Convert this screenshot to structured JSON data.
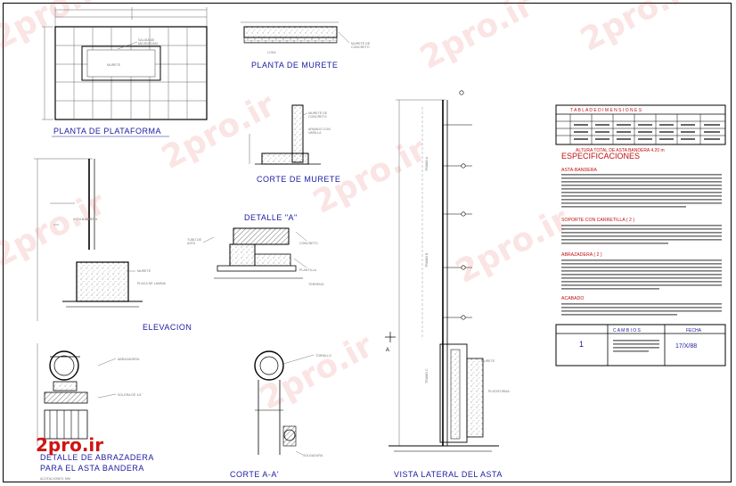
{
  "titles": {
    "planta_plataforma": "PLANTA DE PLATAFORMA",
    "planta_murete": "PLANTA DE MURETE",
    "corte_murete": "CORTE DE MURETE",
    "detalle_a": "DETALLE \"A\"",
    "elevacion": "ELEVACION",
    "detalle_abrazadera_1": "DETALLE DE ABRAZADERA",
    "detalle_abrazadera_2": "PARA EL ASTA BANDERA",
    "corte_aa": "CORTE A-A'",
    "vista_lateral": "VISTA LATERAL DEL ASTA"
  },
  "labels": {
    "murete": "MURETE",
    "asta_bandera": "ASTA BANDERA",
    "tramo_a": "TRAMO A",
    "tramo_b": "TRAMO B",
    "tramo_c": "TRAMO C",
    "marker_a": "A"
  },
  "table": {
    "title": "T A B L A   D E   D I M E N S I O N E S",
    "total": "ALTURA TOTAL DE ASTA BANDERA 4.20 m"
  },
  "specs": {
    "heading": "ESPECIFICACIONES",
    "s1": "ASTA-BANDERA",
    "s2": "SOPORTE CON CARRETILLA ( 2 )",
    "s3": "ABRAZADERA ( 2 )",
    "s4": "ACABADO"
  },
  "revisions": {
    "col_cambios": "C A M B I O S",
    "col_fecha": "FECHA",
    "num": "1",
    "fecha": "17/X/88"
  },
  "logo": "2pro.ir",
  "watermark": "2pro.ir",
  "colors": {
    "title": "#1a1aa0",
    "red_heading": "#c01010",
    "logo": "#d01414",
    "line": "#000000",
    "faint": "#8a8a8a"
  }
}
